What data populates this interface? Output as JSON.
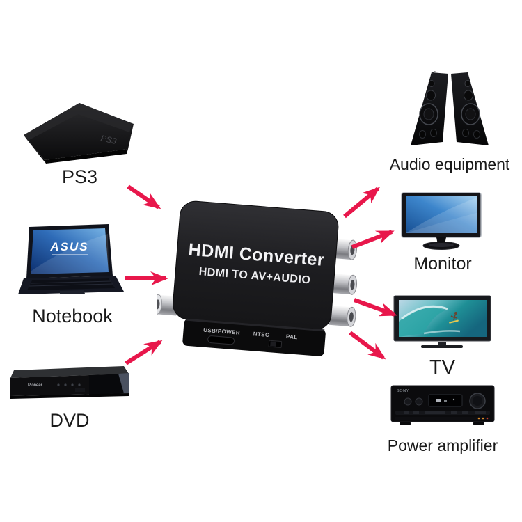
{
  "diagram": {
    "background": "#ffffff",
    "arrow_color": "#e8174b"
  },
  "converter": {
    "title": "HDMI Converter",
    "subtitle": "HDMI TO AV+AUDIO",
    "ports": {
      "usb_power": "USB/POWER",
      "ntsc": "NTSC",
      "pal": "PAL"
    }
  },
  "sources": [
    {
      "id": "ps3",
      "label": "PS3",
      "brand": "PS3"
    },
    {
      "id": "notebook",
      "label": "Notebook",
      "brand": "ASUS"
    },
    {
      "id": "dvd",
      "label": "DVD",
      "brand": "Pioneer"
    }
  ],
  "outputs": [
    {
      "id": "audio-equipment",
      "label": "Audio equipment"
    },
    {
      "id": "monitor",
      "label": "Monitor"
    },
    {
      "id": "tv",
      "label": "TV"
    },
    {
      "id": "power-amplifier",
      "label": "Power amplifier"
    }
  ]
}
